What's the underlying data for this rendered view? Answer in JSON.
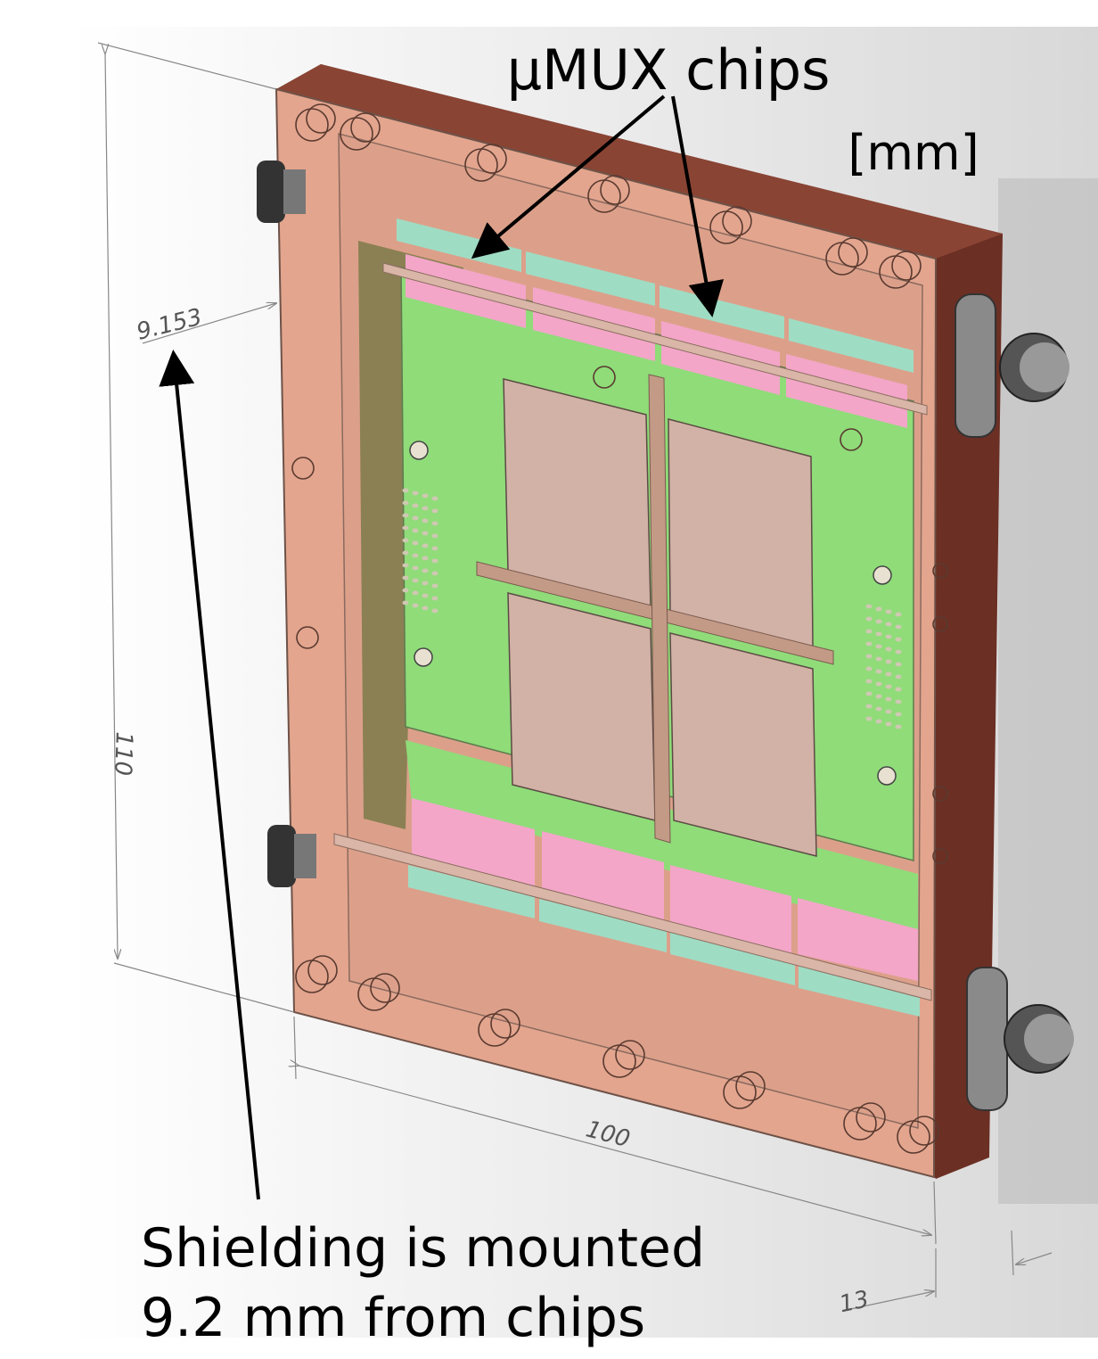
{
  "annotations": {
    "chips_label": "μMUX chips",
    "units_label": "[mm]",
    "shielding_line1": "Shielding is mounted",
    "shielding_line2": "9.2 mm from chips"
  },
  "dimensions": {
    "height": "110",
    "width": "100",
    "depth": "13",
    "shield_offset": "9.153"
  },
  "colors": {
    "housing": "#e3a58e",
    "housing_dark": "#6b2f24",
    "board_green": "#8fdc79",
    "board_olive": "#7d7a4a",
    "chip_pink": "#f3a6c8",
    "chip_teal": "#9fdcc4",
    "detector_grey": "#d2b2a6"
  }
}
